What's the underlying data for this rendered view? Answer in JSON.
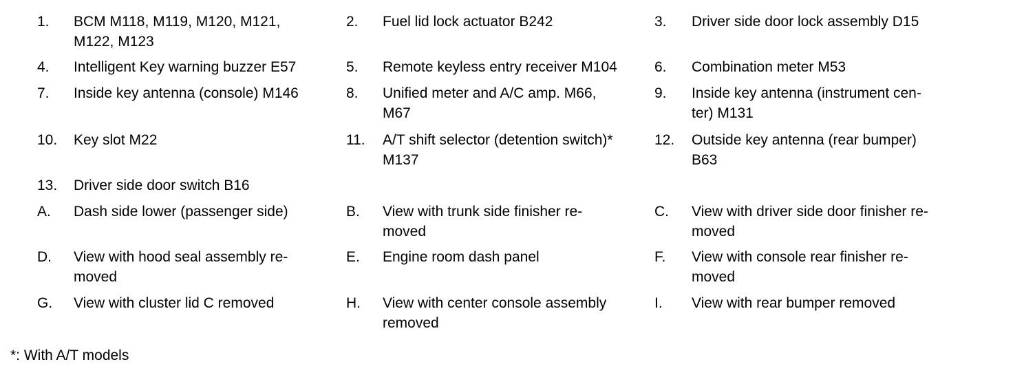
{
  "legend": [
    [
      {
        "num": "1.",
        "text": "BCM M118, M119, M120, M121,\nM122, M123"
      },
      {
        "num": "2.",
        "text": "Fuel lid lock actuator B242"
      },
      {
        "num": "3.",
        "text": "Driver side door lock assembly D15"
      }
    ],
    [
      {
        "num": "4.",
        "text": "Intelligent Key warning buzzer E57"
      },
      {
        "num": "5.",
        "text": "Remote keyless entry receiver M104"
      },
      {
        "num": "6.",
        "text": "Combination meter M53"
      }
    ],
    [
      {
        "num": "7.",
        "text": "Inside key antenna (console) M146"
      },
      {
        "num": "8.",
        "text": "Unified meter and A/C amp. M66,\nM67"
      },
      {
        "num": "9.",
        "text": "Inside key antenna (instrument cen-\nter) M131"
      }
    ],
    [
      {
        "num": "10.",
        "text": "Key slot M22"
      },
      {
        "num": "11.",
        "text": "A/T shift selector (detention switch)*\nM137"
      },
      {
        "num": "12.",
        "text": "Outside key antenna (rear bumper)\nB63"
      }
    ],
    [
      {
        "num": "13.",
        "text": "Driver side door switch B16"
      },
      {
        "num": "",
        "text": ""
      },
      {
        "num": "",
        "text": ""
      }
    ],
    [
      {
        "num": "A.",
        "text": "Dash side lower (passenger side)"
      },
      {
        "num": "B.",
        "text": "View with trunk side finisher re-\nmoved"
      },
      {
        "num": "C.",
        "text": "View with driver side door finisher re-\nmoved"
      }
    ],
    [
      {
        "num": "D.",
        "text": "View with hood seal assembly re-\nmoved"
      },
      {
        "num": "E.",
        "text": "Engine room dash panel"
      },
      {
        "num": "F.",
        "text": "View with console rear finisher re-\nmoved"
      }
    ],
    [
      {
        "num": "G.",
        "text": "View with cluster lid C removed"
      },
      {
        "num": "H.",
        "text": "View with center console assembly\nremoved"
      },
      {
        "num": "I.",
        "text": "View with rear bumper removed"
      }
    ]
  ],
  "footnote": "*: With A/T models"
}
